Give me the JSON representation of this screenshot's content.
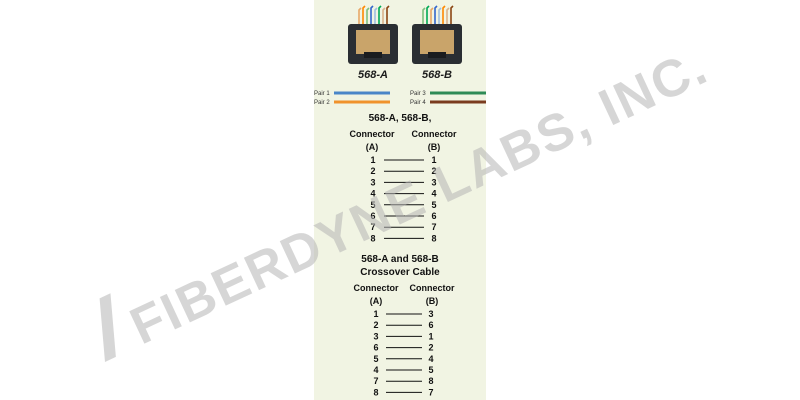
{
  "connectors": [
    {
      "label": "568-A",
      "wire_colors": [
        "#e8a868",
        "#ff8800",
        "#7fbf7f",
        "#3366cc",
        "#a0c0e0",
        "#00aa55",
        "#d9b38c",
        "#8b4513"
      ]
    },
    {
      "label": "568-B",
      "wire_colors": [
        "#7fbf7f",
        "#00aa55",
        "#e8a868",
        "#3366cc",
        "#a0c0e0",
        "#ff8800",
        "#d9b38c",
        "#8b4513"
      ]
    }
  ],
  "legend": [
    {
      "label": "Pair 1",
      "color": "#4a86c8"
    },
    {
      "label": "Pair 2",
      "color": "#f0922c"
    },
    {
      "label": "Pair 3",
      "color": "#2e8b57"
    },
    {
      "label": "Pair 4",
      "color": "#7a3b1f"
    }
  ],
  "straight": {
    "title": "568-A, 568-B,",
    "col_a_header": "Connector",
    "col_a_sub": "(A)",
    "col_b_header": "Connector",
    "col_b_sub": "(B)",
    "pins": [
      {
        "a": "1",
        "b": "1"
      },
      {
        "a": "2",
        "b": "2"
      },
      {
        "a": "3",
        "b": "3"
      },
      {
        "a": "4",
        "b": "4"
      },
      {
        "a": "5",
        "b": "5"
      },
      {
        "a": "6",
        "b": "6"
      },
      {
        "a": "7",
        "b": "7"
      },
      {
        "a": "8",
        "b": "8"
      }
    ]
  },
  "crossover": {
    "title_line1": "568-A and 568-B",
    "title_line2": "Crossover Cable",
    "col_a_header": "Connector",
    "col_a_sub": "(A)",
    "col_b_header": "Connector",
    "col_b_sub": "(B)",
    "pins": [
      {
        "a": "1",
        "b": "3"
      },
      {
        "a": "2",
        "b": "6"
      },
      {
        "a": "3",
        "b": "1"
      },
      {
        "a": "6",
        "b": "2"
      },
      {
        "a": "5",
        "b": "4"
      },
      {
        "a": "4",
        "b": "5"
      },
      {
        "a": "7",
        "b": "8"
      },
      {
        "a": "8",
        "b": "7"
      }
    ]
  },
  "watermark": "FIBERDYNE LABS, INC.",
  "colors": {
    "panel": "#f1f4e3",
    "connector_body": "#2a2e33",
    "watermark": "#b4b4b4"
  }
}
